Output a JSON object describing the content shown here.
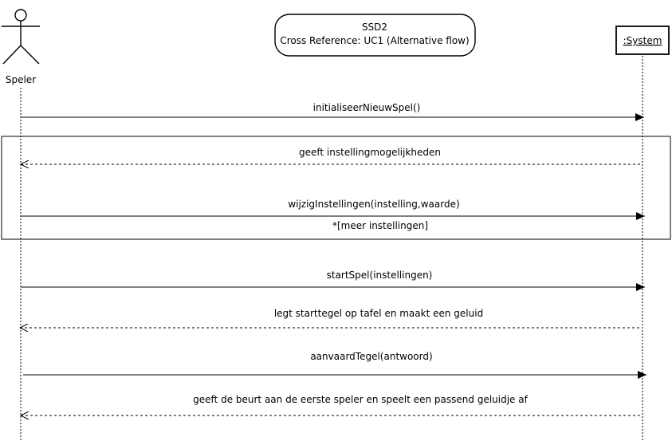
{
  "title_box": {
    "line1": "SSD2",
    "line2": "Cross Reference: UC1 (Alternative flow)"
  },
  "actor": {
    "name": "Speler"
  },
  "system": {
    "name": ":System"
  },
  "loop": {
    "guard": "*[meer instellingen]"
  },
  "messages": [
    {
      "label": "initialiseerNieuwSpel()",
      "kind": "call"
    },
    {
      "label": "geeft instellingmogelijkheden",
      "kind": "return"
    },
    {
      "label": "wijzigInstellingen(instelling,waarde)",
      "kind": "call"
    },
    {
      "label": "startSpel(instellingen)",
      "kind": "call"
    },
    {
      "label": "legt starttegel op tafel en maakt een geluid",
      "kind": "return"
    },
    {
      "label": "aanvaardTegel(antwoord)",
      "kind": "call"
    },
    {
      "label": "geeft de beurt aan de eerste speler en speelt een passend geluidje af",
      "kind": "return"
    }
  ]
}
